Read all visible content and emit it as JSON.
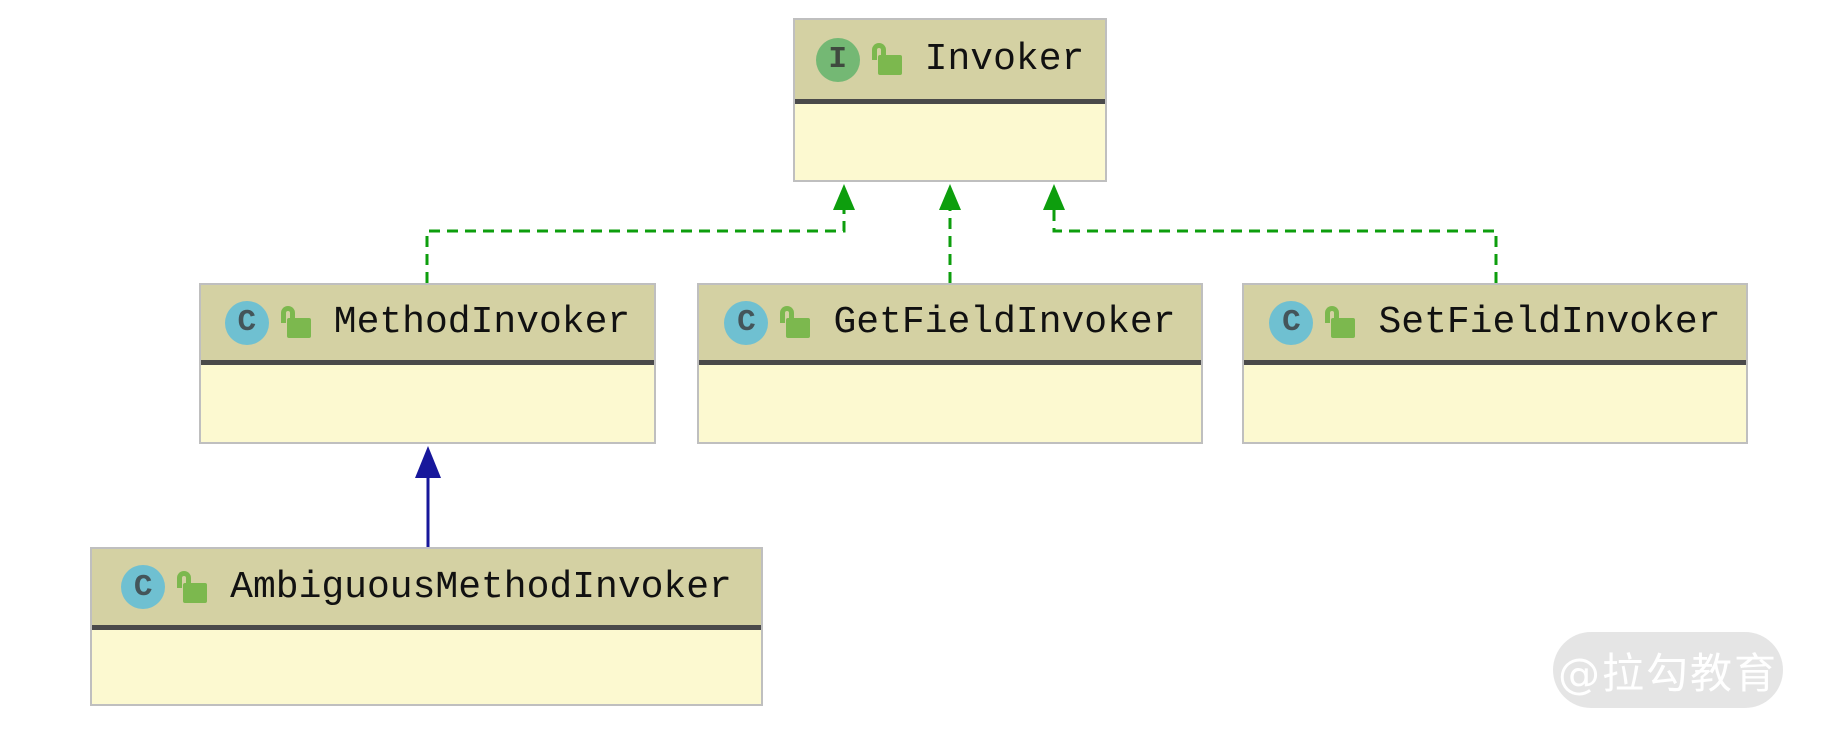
{
  "diagram": {
    "nodes": [
      {
        "id": "invoker",
        "name": "Invoker",
        "kind": "interface",
        "icon_letter": "I",
        "icons": {
          "kind_icon": "interface-icon",
          "visibility_icon": "open-lock-icon"
        }
      },
      {
        "id": "method-invoker",
        "name": "MethodInvoker",
        "kind": "class",
        "icon_letter": "C",
        "icons": {
          "kind_icon": "class-icon",
          "visibility_icon": "open-lock-icon"
        }
      },
      {
        "id": "get-field-invoker",
        "name": "GetFieldInvoker",
        "kind": "class",
        "icon_letter": "C",
        "icons": {
          "kind_icon": "class-icon",
          "visibility_icon": "open-lock-icon"
        }
      },
      {
        "id": "set-field-invoker",
        "name": "SetFieldInvoker",
        "kind": "class",
        "icon_letter": "C",
        "icons": {
          "kind_icon": "class-icon",
          "visibility_icon": "open-lock-icon"
        }
      },
      {
        "id": "ambiguous-method-invoker",
        "name": "AmbiguousMethodInvoker",
        "kind": "class",
        "icon_letter": "C",
        "icons": {
          "kind_icon": "class-icon",
          "visibility_icon": "open-lock-icon"
        }
      }
    ],
    "edges": [
      {
        "from": "MethodInvoker",
        "to": "Invoker",
        "type": "implements",
        "style": "green-dashed-hollowless-arrow"
      },
      {
        "from": "GetFieldInvoker",
        "to": "Invoker",
        "type": "implements",
        "style": "green-dashed-hollowless-arrow"
      },
      {
        "from": "SetFieldInvoker",
        "to": "Invoker",
        "type": "implements",
        "style": "green-dashed-hollowless-arrow"
      },
      {
        "from": "AmbiguousMethodInvoker",
        "to": "MethodInvoker",
        "type": "extends",
        "style": "blue-solid-arrow"
      }
    ],
    "colors": {
      "node_header": "#d4d1a3",
      "node_body": "#fcf9d0",
      "node_border": "#bfbfbf",
      "separator": "#4a4a4a",
      "interface_icon_green": "#74b874",
      "class_icon_blue": "#6fc0d1",
      "lock_green": "#7cb84e",
      "implements_edge_green": "#0d9e0d",
      "extends_edge_blue": "#17179b",
      "watermark_bg": "#e3e3e3",
      "watermark_text": "#ffffff",
      "label_text": "#111111"
    }
  },
  "watermark": {
    "text": "@拉勾教育"
  }
}
